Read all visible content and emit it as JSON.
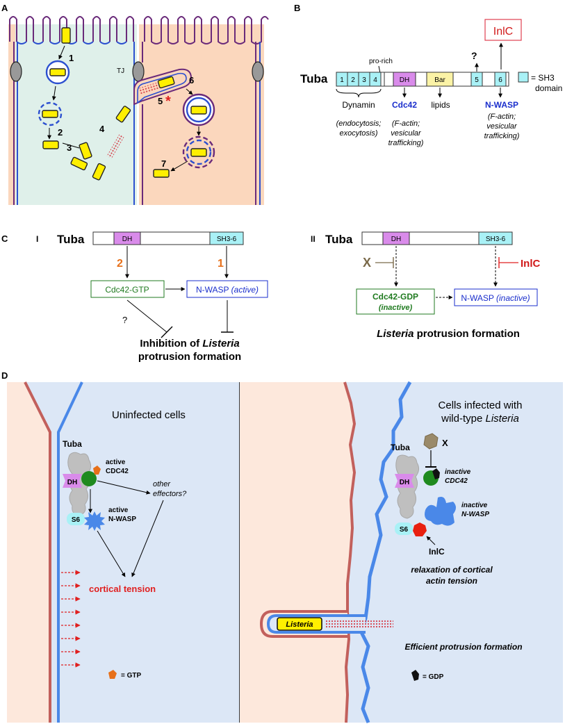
{
  "panels": {
    "A": {
      "letter": "A",
      "tj_label": "TJ",
      "steps": [
        "1",
        "2",
        "3",
        "4",
        "5",
        "6",
        "7"
      ],
      "asterisk": "*"
    },
    "B": {
      "letter": "B",
      "protein": "Tuba",
      "pro_rich": "pro-rich",
      "sh3_domains": [
        "1",
        "2",
        "3",
        "4",
        "5",
        "6"
      ],
      "dh": "DH",
      "bar": "Bar",
      "question": "?",
      "inlc": "InlC",
      "legend": "= SH3",
      "legend2": "domain",
      "dynamin": "Dynamin",
      "dynamin_sub1": "(endocytosis;",
      "dynamin_sub2": "exocytosis)",
      "cdc42": "Cdc42",
      "cdc42_sub1": "(F-actin;",
      "cdc42_sub2": "vesicular",
      "cdc42_sub3": "trafficking)",
      "lipids": "lipids",
      "nwasp": "N-WASP",
      "nwasp_sub1": "(F-actin;",
      "nwasp_sub2": "vesicular",
      "nwasp_sub3": "trafficking)"
    },
    "C": {
      "letter": "C",
      "I": {
        "roman": "I",
        "protein": "Tuba",
        "dh": "DH",
        "sh3": "SH3-6",
        "num2": "2",
        "num1": "1",
        "cdc42": "Cdc42-GTP",
        "nwasp": "N-WASP",
        "nwasp_state": "(active)",
        "question": "?",
        "result1a": "Inhibition of ",
        "result1b": "Listeria",
        "result2": "protrusion formation"
      },
      "II": {
        "roman": "II",
        "protein": "Tuba",
        "dh": "DH",
        "sh3": "SH3-6",
        "x": "X",
        "inlc": "InlC",
        "cdc42": "Cdc42-GDP",
        "cdc42_state": "(inactive)",
        "nwasp": "N-WASP",
        "nwasp_state": "(inactive)",
        "result_a": "Listeria",
        "result_b": " protrusion formation"
      }
    },
    "D": {
      "letter": "D",
      "left": {
        "title": "Uninfected cells",
        "tuba": "Tuba",
        "dh": "DH",
        "s6": "S6",
        "active_cdc42_1": "active",
        "active_cdc42_2": "CDC42",
        "other_1": "other",
        "other_2": "effectors?",
        "active_nwasp_1": "active",
        "active_nwasp_2": "N-WASP",
        "cortical": "cortical tension",
        "gtp": "= GTP"
      },
      "right": {
        "title1": "Cells infected with",
        "title2a": "wild-type ",
        "title2b": "Listeria",
        "tuba": "Tuba",
        "x": "X",
        "dh": "DH",
        "s6": "S6",
        "inactive_cdc42_1": "inactive",
        "inactive_cdc42_2": "CDC42",
        "inactive_nwasp_1": "inactive",
        "inactive_nwasp_2": "N-WASP",
        "inlc": "InlC",
        "relax1": "relaxation of cortical",
        "relax2": "actin tension",
        "listeria": "Listeria",
        "efficient": "Efficient protrusion formation",
        "gdp": "= GDP"
      }
    }
  },
  "colors": {
    "green_cell": "#dff0ea",
    "peach_cell": "#fbd7bd",
    "membrane_blue": "#2b4fd0",
    "membrane_purple": "#6a2a7a",
    "bacterium": "#ffef00",
    "sh3_cyan": "#a9f1f6",
    "dh_purple": "#d98bea",
    "bar_yellow": "#fbf3a6",
    "d_bg": "#dce7f6",
    "d_peach": "#fde8dc",
    "d_red_membrane": "#c2605c",
    "d_blue_membrane": "#4a88e8",
    "cdc42_green": "#1f7a1f",
    "nwasp_blue": "#1a2ecc",
    "inlc_red": "#d11a1a",
    "orange": "#e7701a"
  }
}
